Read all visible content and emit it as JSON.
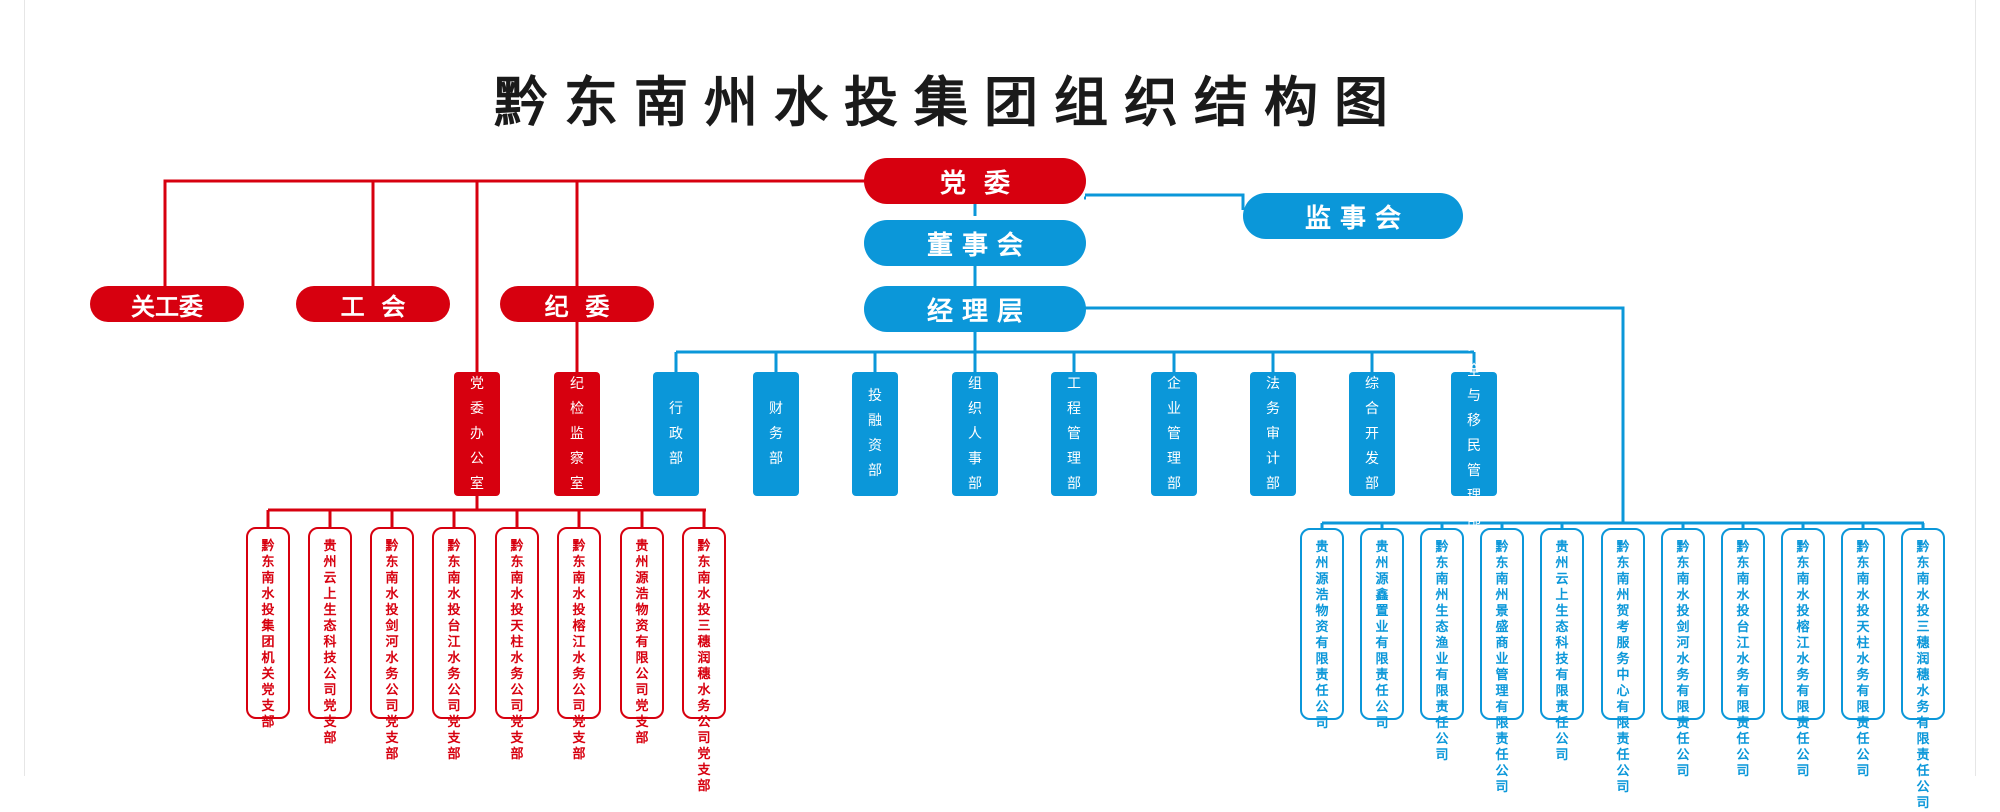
{
  "title": "黔东南州水投集团组织结构图",
  "colors": {
    "red": "#d7000f",
    "blue": "#0b97d9"
  },
  "top": {
    "party_committee": "党  委",
    "supervisory_board": "监 事 会",
    "board_of_directors": "董 事 会",
    "management": "经 理 层"
  },
  "red_units": {
    "guangong": "关工委",
    "union": "工  会",
    "discipline": "纪  委"
  },
  "red_depts": [
    "党委办公室",
    "纪检监察室"
  ],
  "blue_depts": [
    "行政部",
    "财务部",
    "投融资部",
    "组织人事部",
    "工程管理部",
    "企业管理部",
    "法务审计部",
    "综合开发部",
    "安全与移民管理部"
  ],
  "red_subs": [
    "黔东南水投集团机关党支部",
    "贵州云上生态科技公司党支部",
    "黔东南水投剑河水务公司党支部",
    "黔东南水投台江水务公司党支部",
    "黔东南水投天柱水务公司党支部",
    "黔东南水投榕江水务公司党支部",
    "贵州源浩物资有限公司党支部",
    "黔东南水投三穗润穗水务公司党支部"
  ],
  "blue_subs": [
    "贵州源浩物资有限责任公司",
    "贵州源鑫置业有限责任公司",
    "黔东南州生态渔业有限责任公司",
    "黔东南州景盛商业管理有限责任公司",
    "贵州云上生态科技有限责任公司",
    "黔东南州贺考服务中心有限责任公司",
    "黔东南水投剑河水务有限责任公司",
    "黔东南水投台江水务有限责任公司",
    "黔东南水投榕江水务有限责任公司",
    "黔东南水投天柱水务有限责任公司",
    "黔东南水投三穗润穗水务有限责任公司"
  ]
}
